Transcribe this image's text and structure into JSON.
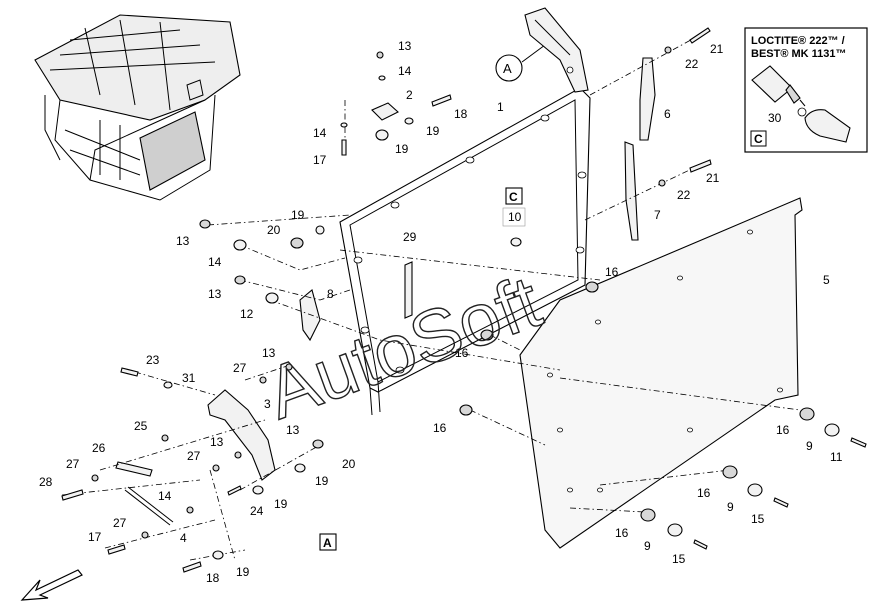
{
  "locator_labels": {
    "A": "A",
    "C": "C"
  },
  "callout": {
    "line1": "LOCTITE® 222™ /",
    "line2": "BEST® MK 1131™",
    "part_number": "30",
    "letter": "C"
  },
  "watermark": "AutoSoft",
  "part_labels": [
    "1",
    "2",
    "3",
    "4",
    "5",
    "6",
    "7",
    "8",
    "9",
    "10",
    "11",
    "12",
    "13",
    "14",
    "15",
    "16",
    "17",
    "18",
    "19",
    "20",
    "21",
    "22",
    "23",
    "24",
    "25",
    "26",
    "27",
    "28",
    "29",
    "31"
  ],
  "direction_icon": "arrow-forward-icon"
}
